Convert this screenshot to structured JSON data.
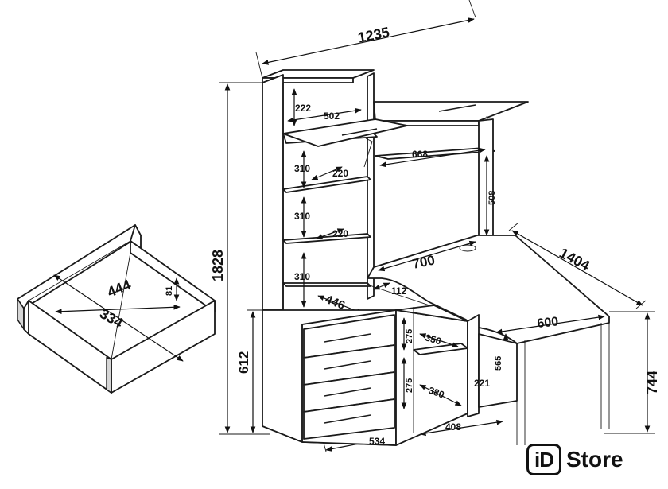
{
  "dimensions": {
    "total_width": "1235",
    "total_height": "1828",
    "desk_length": "1404",
    "desk_height": "744",
    "pedestal_height": "612",
    "shelf_top_height": "222",
    "top_cabinet_width": "502",
    "shelf1_height": "310",
    "shelf2_height": "310",
    "shelf3_height": "310",
    "shelf1_depth": "220",
    "shelf2_depth": "220",
    "upper_shelf_width": "668",
    "upper_shelf_height": "508",
    "desktop_width": "700",
    "corner_depth": "112",
    "tower_depth": "446",
    "desk_return_width": "600",
    "open_shelf_height_upper": "275",
    "open_shelf_height_lower": "275",
    "open_shelf_depth_upper": "356",
    "open_shelf_depth_lower": "380",
    "leg_gap_height": "565",
    "leg_gap_depth": "221",
    "pedestal_width": "534",
    "open_section_width": "408",
    "drawer_outer_width": "444",
    "drawer_inner_width": "334",
    "drawer_height": "81"
  },
  "logo": {
    "mark": "iD",
    "word": "Store"
  }
}
